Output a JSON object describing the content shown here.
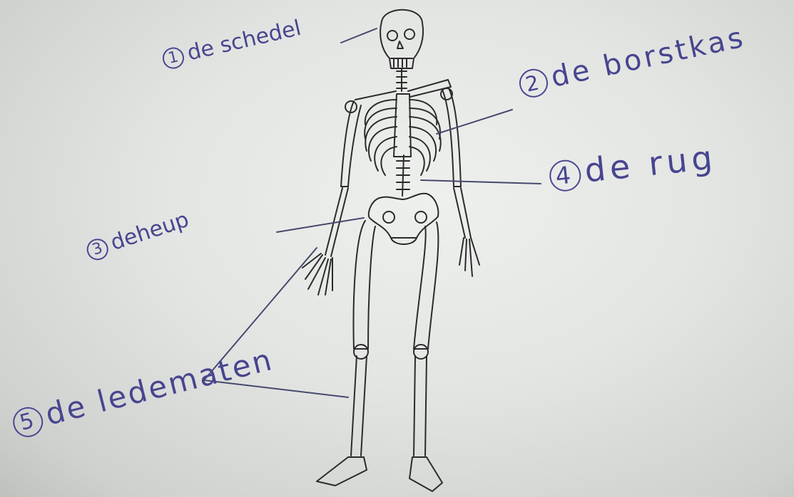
{
  "labels": {
    "skull": {
      "num": "1",
      "text": "de schedel"
    },
    "chest": {
      "num": "2",
      "text": "de borstkas"
    },
    "hip": {
      "num": "3",
      "text": "deheup"
    },
    "back": {
      "num": "4",
      "text": "de rug"
    },
    "limbs": {
      "num": "5",
      "text": "de ledematen"
    }
  },
  "colors": {
    "ink": "#47458f",
    "pencil": "#2a2a2a",
    "paper": "#e6e8e6"
  }
}
